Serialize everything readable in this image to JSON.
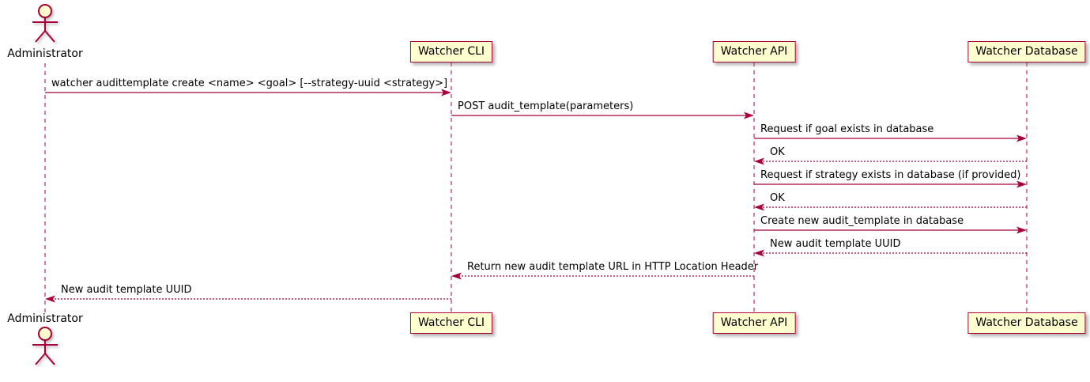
{
  "diagram": {
    "type": "uml-sequence",
    "participants": [
      {
        "id": "administrator",
        "label": "Administrator",
        "kind": "actor"
      },
      {
        "id": "watcher-cli",
        "label": "Watcher CLI",
        "kind": "participant"
      },
      {
        "id": "watcher-api",
        "label": "Watcher API",
        "kind": "participant"
      },
      {
        "id": "watcher-database",
        "label": "Watcher Database",
        "kind": "participant"
      }
    ],
    "messages": [
      {
        "from": "administrator",
        "to": "watcher-cli",
        "text": "watcher audittemplate create <name> <goal> [--strategy-uuid <strategy>]",
        "line": "solid"
      },
      {
        "from": "watcher-cli",
        "to": "watcher-api",
        "text": "POST audit_template(parameters)",
        "line": "solid"
      },
      {
        "from": "watcher-api",
        "to": "watcher-database",
        "text": "Request if goal exists in database",
        "line": "solid"
      },
      {
        "from": "watcher-database",
        "to": "watcher-api",
        "text": "OK",
        "line": "dashed"
      },
      {
        "from": "watcher-api",
        "to": "watcher-database",
        "text": "Request if strategy exists in database (if provided)",
        "line": "solid"
      },
      {
        "from": "watcher-database",
        "to": "watcher-api",
        "text": "OK",
        "line": "dashed"
      },
      {
        "from": "watcher-api",
        "to": "watcher-database",
        "text": "Create new audit_template in database",
        "line": "solid"
      },
      {
        "from": "watcher-database",
        "to": "watcher-api",
        "text": "New audit template UUID",
        "line": "dashed"
      },
      {
        "from": "watcher-api",
        "to": "watcher-cli",
        "text": "Return new audit template URL in HTTP Location Header",
        "line": "dashed"
      },
      {
        "from": "watcher-cli",
        "to": "administrator",
        "text": "New audit template UUID",
        "line": "dashed"
      }
    ],
    "colors": {
      "accent": "#A80036",
      "participant_fill": "#FEFECE",
      "text": "#000000",
      "background": "#FFFFFF"
    }
  }
}
